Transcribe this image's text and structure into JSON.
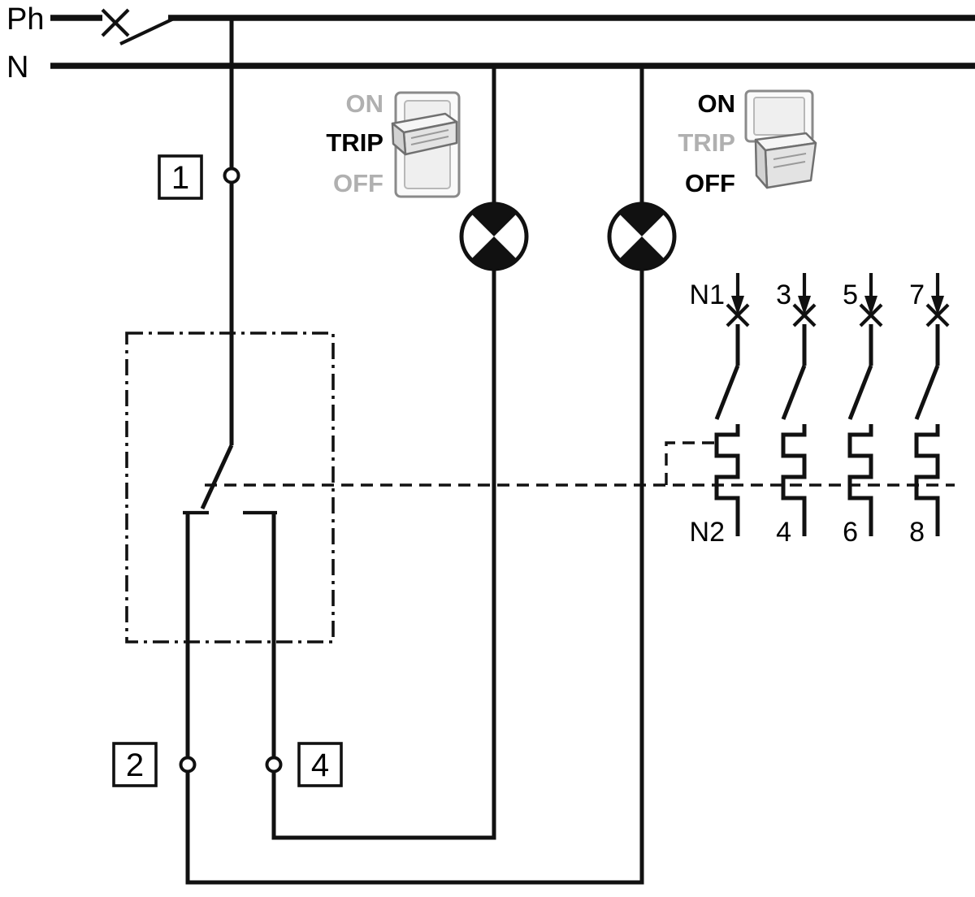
{
  "bus": {
    "phase_label": "Ph",
    "neutral_label": "N"
  },
  "terminals": {
    "t1": "1",
    "t2": "2",
    "t4": "4"
  },
  "toggle_left": {
    "on": "ON",
    "trip": "TRIP",
    "off": "OFF",
    "highlighted": "TRIP"
  },
  "toggle_right": {
    "on": "ON",
    "trip": "TRIP",
    "off": "OFF",
    "highlighted": "ON OFF"
  },
  "breaker_poles": {
    "top_labels": [
      "N1",
      "3",
      "5",
      "7"
    ],
    "bottom_labels": [
      "N2",
      "4",
      "6",
      "8"
    ]
  },
  "colors": {
    "line": "#111111",
    "active_label": "#000000",
    "inactive_label": "#b0b0b0"
  }
}
